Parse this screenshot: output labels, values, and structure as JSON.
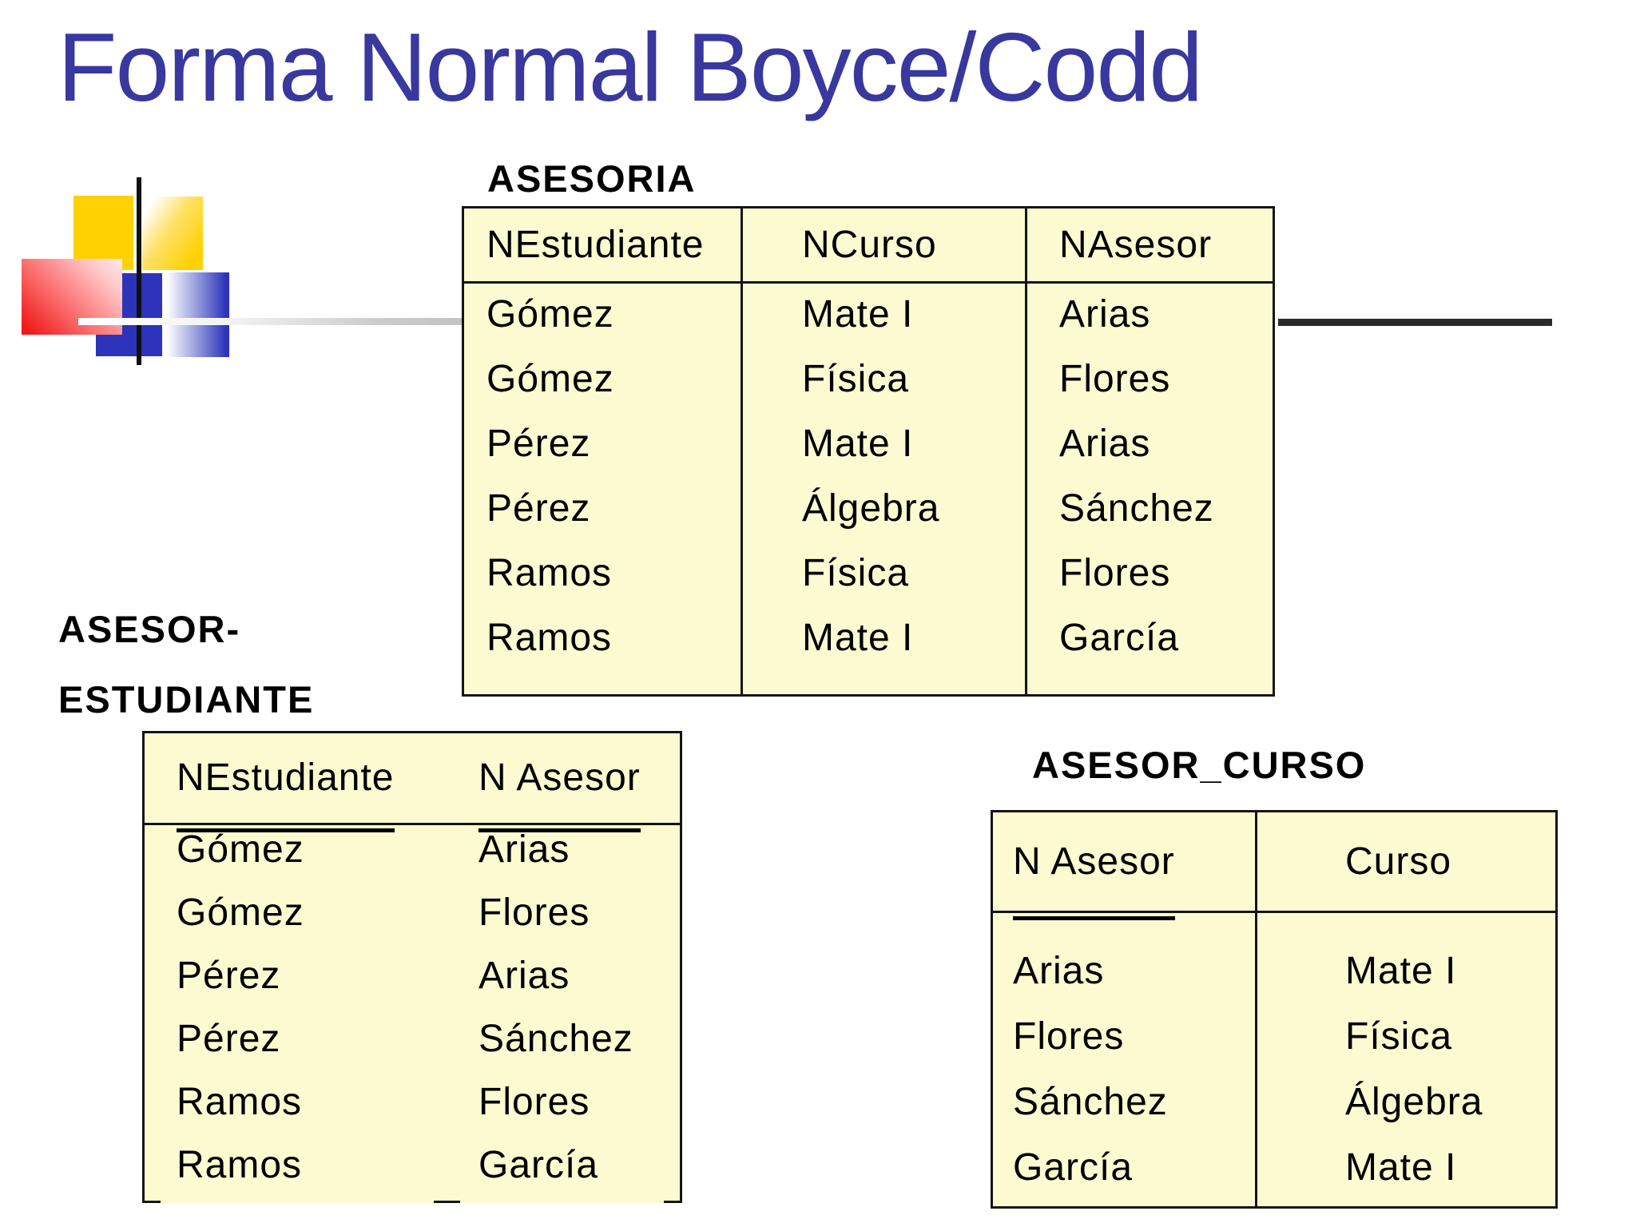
{
  "title": "Forma Normal Boyce/Codd",
  "colors": {
    "title_text": "#38389E",
    "table_background": "#FBFAD0",
    "table_border": "#151515",
    "logo_yellow": "#FFD103",
    "logo_blue": "#2D33BB",
    "logo_red": "#F01818",
    "left_line_gray": "#C9C9C9",
    "right_line_dark": "#2A2A2A"
  },
  "tables": {
    "asesoria": {
      "label": "ASESORIA",
      "columns": [
        "NEstudiante",
        "NCurso",
        "NAsesor"
      ],
      "rows": [
        [
          "Gómez",
          "Mate I",
          "Arias"
        ],
        [
          "Gómez",
          "Física",
          "Flores"
        ],
        [
          "Pérez",
          "Mate I",
          "Arias"
        ],
        [
          "Pérez",
          "Álgebra",
          "Sánchez"
        ],
        [
          "Ramos",
          "Física",
          "Flores"
        ],
        [
          "Ramos",
          "Mate I",
          "García"
        ]
      ]
    },
    "asesor_estudiante": {
      "label_line1": "ASESOR-",
      "label_line2": "ESTUDIANTE",
      "columns": [
        "NEstudiante",
        "N Asesor"
      ],
      "rows": [
        [
          "Gómez",
          "Arias"
        ],
        [
          "Gómez",
          "Flores"
        ],
        [
          "Pérez",
          "Arias"
        ],
        [
          "Pérez",
          "Sánchez"
        ],
        [
          "Ramos",
          "Flores"
        ],
        [
          "Ramos",
          "García"
        ]
      ]
    },
    "asesor_curso": {
      "label": "ASESOR_CURSO",
      "columns": [
        "N Asesor",
        "Curso"
      ],
      "rows": [
        [
          "Arias",
          "Mate I"
        ],
        [
          "Flores",
          "Física"
        ],
        [
          "Sánchez",
          "Álgebra"
        ],
        [
          "García",
          "Mate I"
        ]
      ]
    }
  }
}
